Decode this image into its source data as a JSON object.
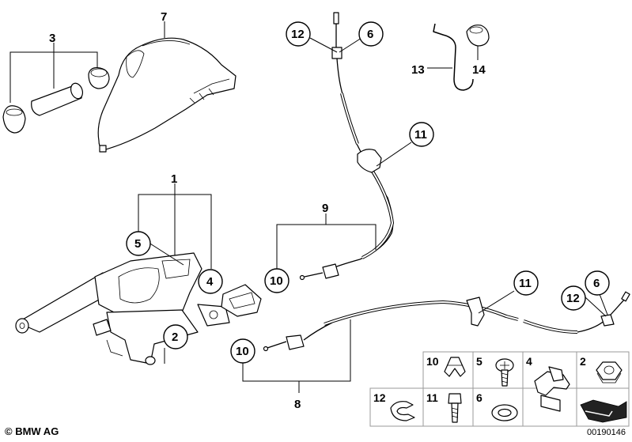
{
  "labels": {
    "l1": "1",
    "l2": "2",
    "l3": "3",
    "l4": "4",
    "l5": "5",
    "l6a": "6",
    "l6b": "6",
    "l7": "7",
    "l9": "9",
    "l10a": "10",
    "l10b": "10",
    "l11a": "11",
    "l11b": "11",
    "l12a": "12",
    "l12b": "12",
    "l13": "13",
    "l14": "14",
    "l8": "8"
  },
  "legend": {
    "c10": "10",
    "c5": "5",
    "c4": "4",
    "c2": "2",
    "c12": "12",
    "c11": "11",
    "c6": "6"
  },
  "footer": {
    "copyright": "© BMW AG",
    "doc_number": "00190146"
  }
}
